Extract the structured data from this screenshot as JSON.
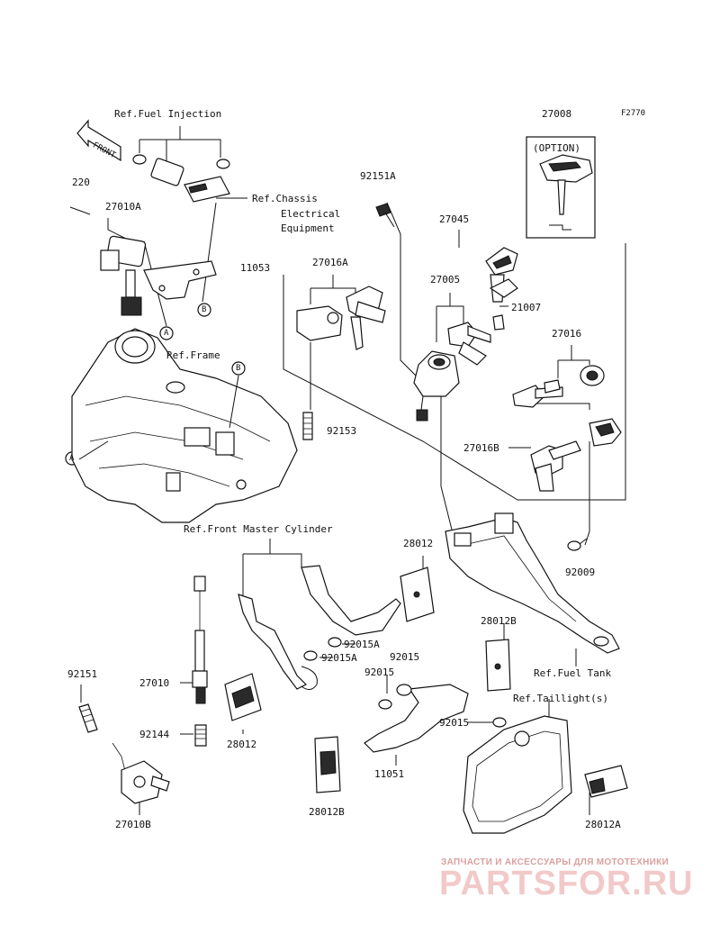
{
  "figure_code": "F2770",
  "front_arrow": "FRONT",
  "labels": {
    "ref_fuel_injection": "Ref.Fuel Injection",
    "ref_chassis_1": "Ref.Chassis",
    "ref_chassis_2": "Electrical",
    "ref_chassis_3": "Equipment",
    "ref_frame": "Ref.Frame",
    "ref_front_master": "Ref.Front Master Cylinder",
    "ref_fuel_tank": "Ref.Fuel Tank",
    "ref_taillight": "Ref.Taillight(s)",
    "option": "(OPTION)",
    "p220": "220",
    "p27010A": "27010A",
    "p11053": "11053",
    "p27016A": "27016A",
    "p92151A": "92151A",
    "p27045": "27045",
    "p27008": "27008",
    "p27005": "27005",
    "p21007": "21007",
    "p27016": "27016",
    "p92153": "92153",
    "p27016B": "27016B",
    "p28012_top": "28012",
    "p92009": "92009",
    "p92015A_1": "92015A",
    "p92015_1": "92015",
    "p92015A_2": "92015A",
    "p92015_2": "92015",
    "p92015_3": "92015",
    "p28012B_top": "28012B",
    "p92151": "92151",
    "p27010": "27010",
    "p92144": "92144",
    "p28012_bottom": "28012",
    "p11051": "11051",
    "p28012B_bottom": "28012B",
    "p28012A": "28012A",
    "p27010B": "27010B",
    "callout_a": "A",
    "callout_b": "B"
  },
  "watermark": {
    "line1": "ЗАПЧАСТИ И АКСЕССУАРЫ ДЛЯ МОТОТЕХНИКИ",
    "line2": "PARTSFOR.RU"
  }
}
